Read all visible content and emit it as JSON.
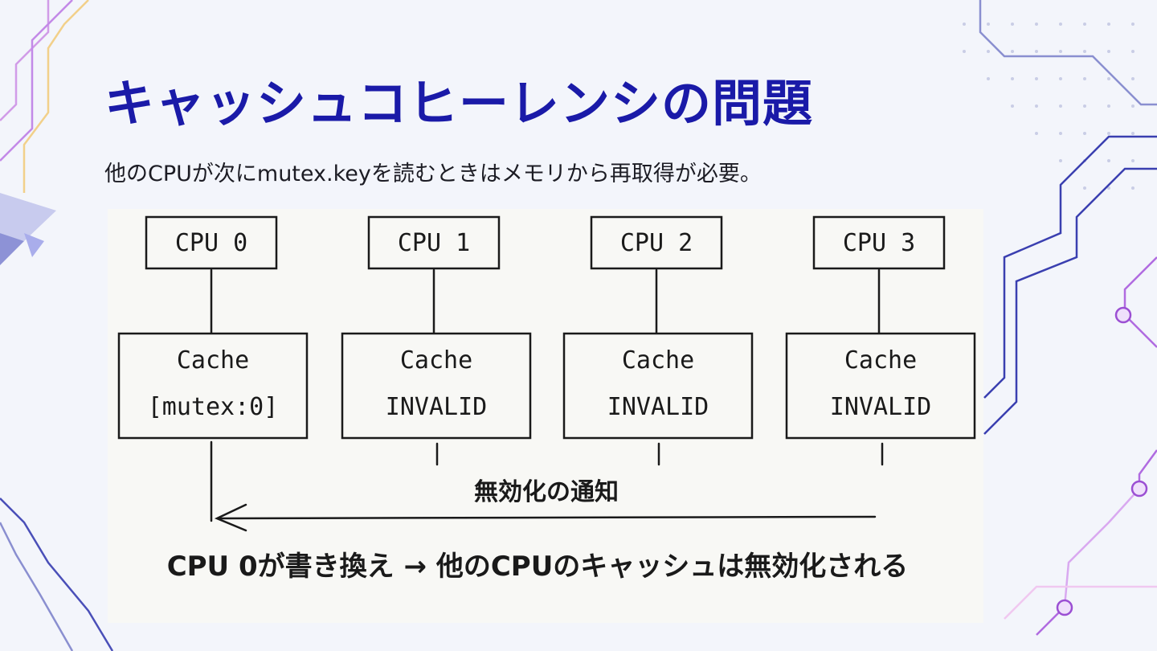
{
  "slide": {
    "title": "キャッシュコヒーレンシの問題",
    "subtitle": "他のCPUが次にmutex.keyを読むときはメモリから再取得が必要。"
  },
  "diagram": {
    "cpus": [
      {
        "label": "CPU 0",
        "cache_title": "Cache",
        "cache_state": "[mutex:0]"
      },
      {
        "label": "CPU 1",
        "cache_title": "Cache",
        "cache_state": "INVALID"
      },
      {
        "label": "CPU 2",
        "cache_title": "Cache",
        "cache_state": "INVALID"
      },
      {
        "label": "CPU 3",
        "cache_title": "Cache",
        "cache_state": "INVALID"
      }
    ],
    "arrow_label": "無効化の通知",
    "caption": "CPU 0が書き換え → 他のCPUのキャッシュは無効化される"
  },
  "colors": {
    "title": "#1a1aa8",
    "background": "#f3f5fb",
    "circuit_blue": "#3a3fb0",
    "circuit_purple": "#b06be0"
  }
}
